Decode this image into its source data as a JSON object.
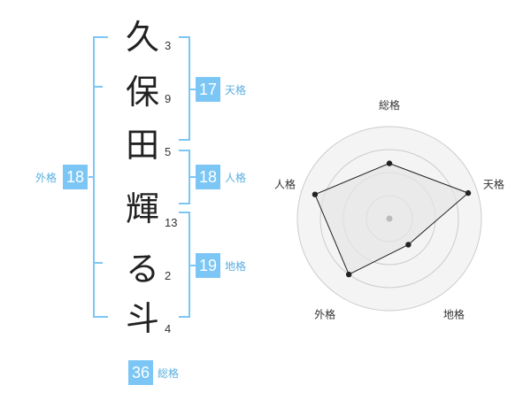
{
  "name_chars": [
    "久",
    "保",
    "田",
    "輝",
    "る",
    "斗"
  ],
  "strokes": [
    "3",
    "9",
    "5",
    "13",
    "2",
    "4"
  ],
  "fortunes": {
    "tenkaku": {
      "value": "17",
      "label": "天格"
    },
    "jinkaku": {
      "value": "18",
      "label": "人格"
    },
    "chikaku": {
      "value": "19",
      "label": "地格"
    },
    "gaikaku": {
      "value": "18",
      "label": "外格"
    },
    "soukaku": {
      "value": "36",
      "label": "総格"
    }
  },
  "chart_data": {
    "type": "radar",
    "axes": [
      "総格",
      "天格",
      "地格",
      "外格",
      "人格"
    ],
    "rings": 4,
    "max": 4,
    "values": [
      2.4,
      3.6,
      1.4,
      3.0,
      3.4
    ],
    "colors": {
      "stroke": "#222222",
      "fill": "#e6e6e6",
      "grid": "#cccccc",
      "center": "#bbbbbb"
    }
  }
}
